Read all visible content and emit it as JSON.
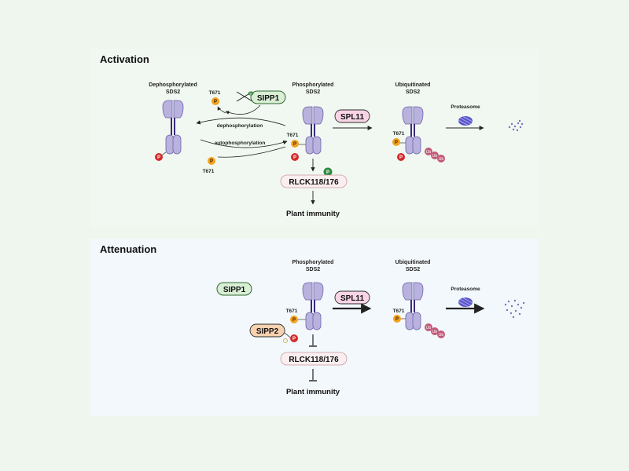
{
  "activation": {
    "title": "Activation",
    "dephos_label": [
      "Dephosphorylated",
      "SDS2"
    ],
    "phos_label": [
      "Phosphorylated",
      "SDS2"
    ],
    "ubiq_label": [
      "Ubiquitinated",
      "SDS2"
    ],
    "t671_label": "T671",
    "sipp1": "SIPP1",
    "dephosphorylation": "dephosphorylation",
    "autophosphorylation": "autophosphorylation",
    "spl11": "SPL11",
    "proteasome": "Proteasome",
    "rlck": "RLCK118/176",
    "immunity": "Plant immunity",
    "p_symbol": "P",
    "ub_symbol": "Ub"
  },
  "attenuation": {
    "title": "Attenuation",
    "sipp1": "SIPP1",
    "phos_label": [
      "Phosphorylated",
      "SDS2"
    ],
    "ubiq_label": [
      "Ubiquitinated",
      "SDS2"
    ],
    "t671_label": "T671",
    "spl11": "SPL11",
    "sipp2": "SIPP2",
    "proteasome": "Proteasome",
    "rlck": "RLCK118/176",
    "immunity": "Plant immunity",
    "p_symbol": "P",
    "ub_symbol": "Ub"
  },
  "colors": {
    "receptor_fill": "#b9b2de",
    "receptor_stroke": "#6e63a8",
    "membrane_line": "#3a2b7c",
    "phospho_orange": "#f4a21c",
    "phospho_red": "#d42a2a",
    "phospho_green": "#2e8b3e",
    "sipp_green": "#d9eed5",
    "spl11_pink": "#f9d4e6",
    "sipp2_peach": "#f7d2b0",
    "ub_pink": "#c25a78",
    "proteasome_blue": "#5b55c9"
  }
}
